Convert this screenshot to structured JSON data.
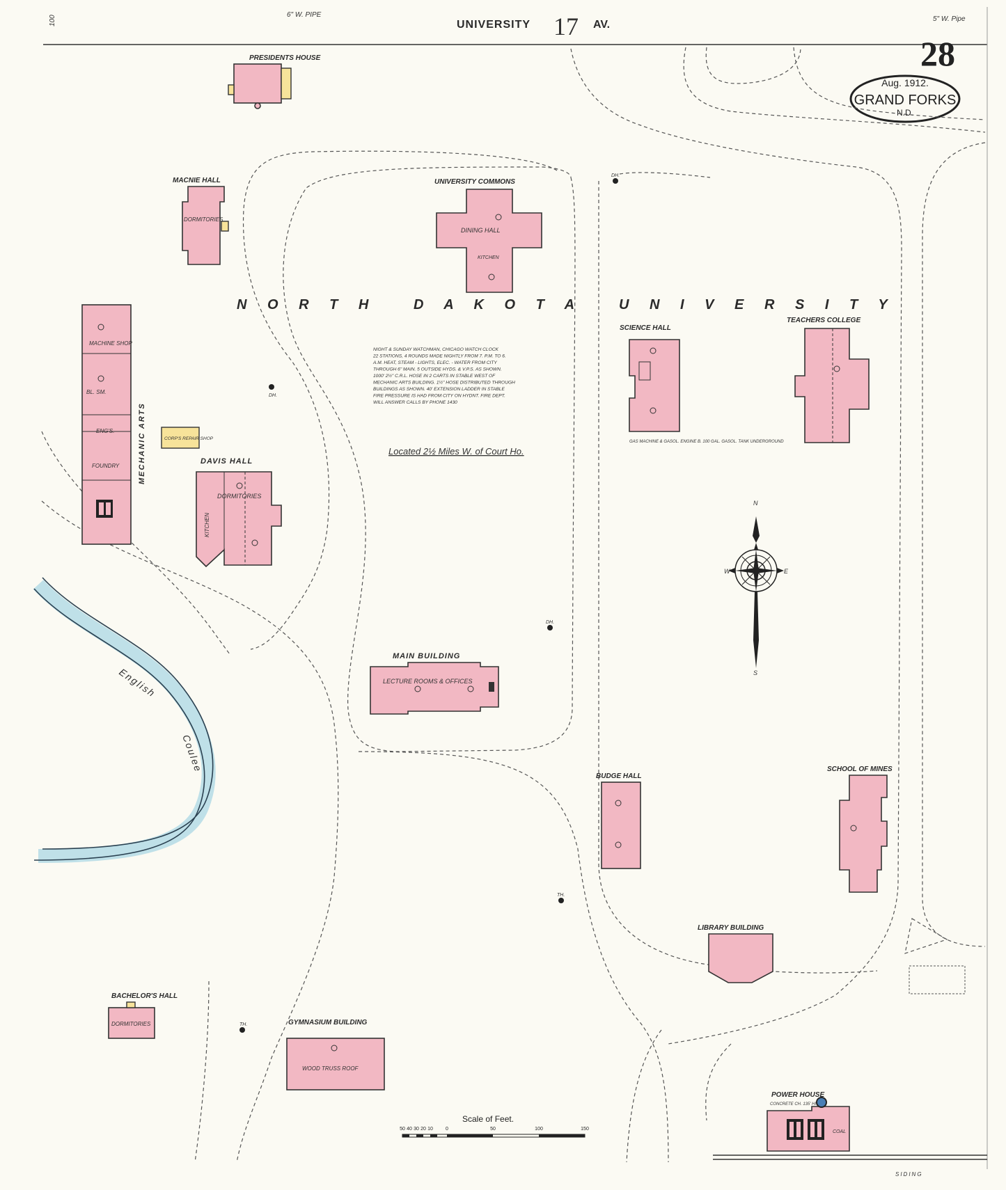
{
  "header": {
    "street_left": "UNIVERSITY",
    "street_number": "17",
    "street_right": "AV.",
    "pipe_left": "6\" W. PIPE",
    "pipe_right": "5\" W. Pipe",
    "sheet_number": "28",
    "corner_number": "100"
  },
  "title_block": {
    "date": "Aug. 1912.",
    "city": "GRAND FORKS",
    "state": "N.D."
  },
  "campus_label": "N O R T H   D A K O T A   U N I V E R S I T Y",
  "location_note": "Located 2½ Miles W. of Court Ho.",
  "watch_note": [
    "NIGHT & SUNDAY WATCHMAN, CHICAGO WATCH CLOCK",
    "22 STATIONS, 4 ROUNDS MADE NIGHTLY FROM 7. P.M. TO 6.",
    "A.M. HEAT, STEAM - LIGHTS, ELEC. - WATER FROM CITY",
    "THROUGH 6\" MAIN. 5 OUTSIDE HYDS. & V.P.S. AS SHOWN.",
    "1000' 2½\" C.R.L. HOSE IN 2 CARTS IN STABLE WEST OF",
    "MECHANIC ARTS BUILDING. 1½\" HOSE DISTRIBUTED THROUGH",
    "BUILDINGS AS SHOWN. 40' EXTENSION LADDER IN STABLE",
    "FIRE PRESSURE IS HAD FROM CITY ON HYDNT. FIRE DEPT.",
    "WILL ANSWER CALLS BY PHONE 1430"
  ],
  "buildings": {
    "presidents_house": "PRESIDENTS HOUSE",
    "macnie_hall": "MACNIE HALL",
    "macnie_use": "DORMITORIES",
    "university_commons": "UNIVERSITY COMMONS",
    "commons_use": "DINING HALL",
    "commons_kitchen": "KITCHEN",
    "mechanic_arts": "MECHANIC ARTS",
    "machine_shop": "MACHINE SHOP",
    "engs": "ENG'S.",
    "foundry": "FOUNDRY",
    "bl_sm": "BL. SM.",
    "repair_shop": "CORP'S REPAIR SHOP",
    "davis_hall": "DAVIS HALL",
    "davis_use": "DORMITORIES",
    "davis_kitchen": "KITCHEN",
    "science_hall": "SCIENCE HALL",
    "science_note": "GAS MACHINE & GASOL. ENGINE B. 100 GAL. GASOL. TANK UNDERGROUND",
    "teachers_college": "TEACHERS COLLEGE",
    "main_building": "MAIN BUILDING",
    "main_use": "LECTURE ROOMS & OFFICES",
    "budge_hall": "BUDGE HALL",
    "school_of_mines": "SCHOOL OF MINES",
    "library": "LIBRARY BUILDING",
    "bachelors_hall": "BACHELOR'S HALL",
    "bachelors_use": "DORMITORIES",
    "gymnasium": "GYMNASIUM BUILDING",
    "gym_roof": "WOOD TRUSS ROOF",
    "power_house": "POWER HOUSE",
    "power_chimney": "CONCRETE CH. 135' HIGH",
    "coal": "COAL"
  },
  "water": {
    "name_1": "English",
    "name_2": "Coulee"
  },
  "hydrant_labels": [
    "DH.",
    "DH.",
    "DH.",
    "TH.",
    "TH."
  ],
  "compass": {
    "n": "N",
    "s": "S",
    "e": "E",
    "w": "W"
  },
  "scale": {
    "title": "Scale of Feet.",
    "ticks": [
      "50",
      "40",
      "30",
      "20",
      "10",
      "0",
      "50",
      "100",
      "150"
    ]
  },
  "siding": "SIDING",
  "colors": {
    "brick": "#f2b8c3",
    "frame": "#f7e39a",
    "water": "#bfe0e8",
    "paper": "#fbfaf3"
  }
}
